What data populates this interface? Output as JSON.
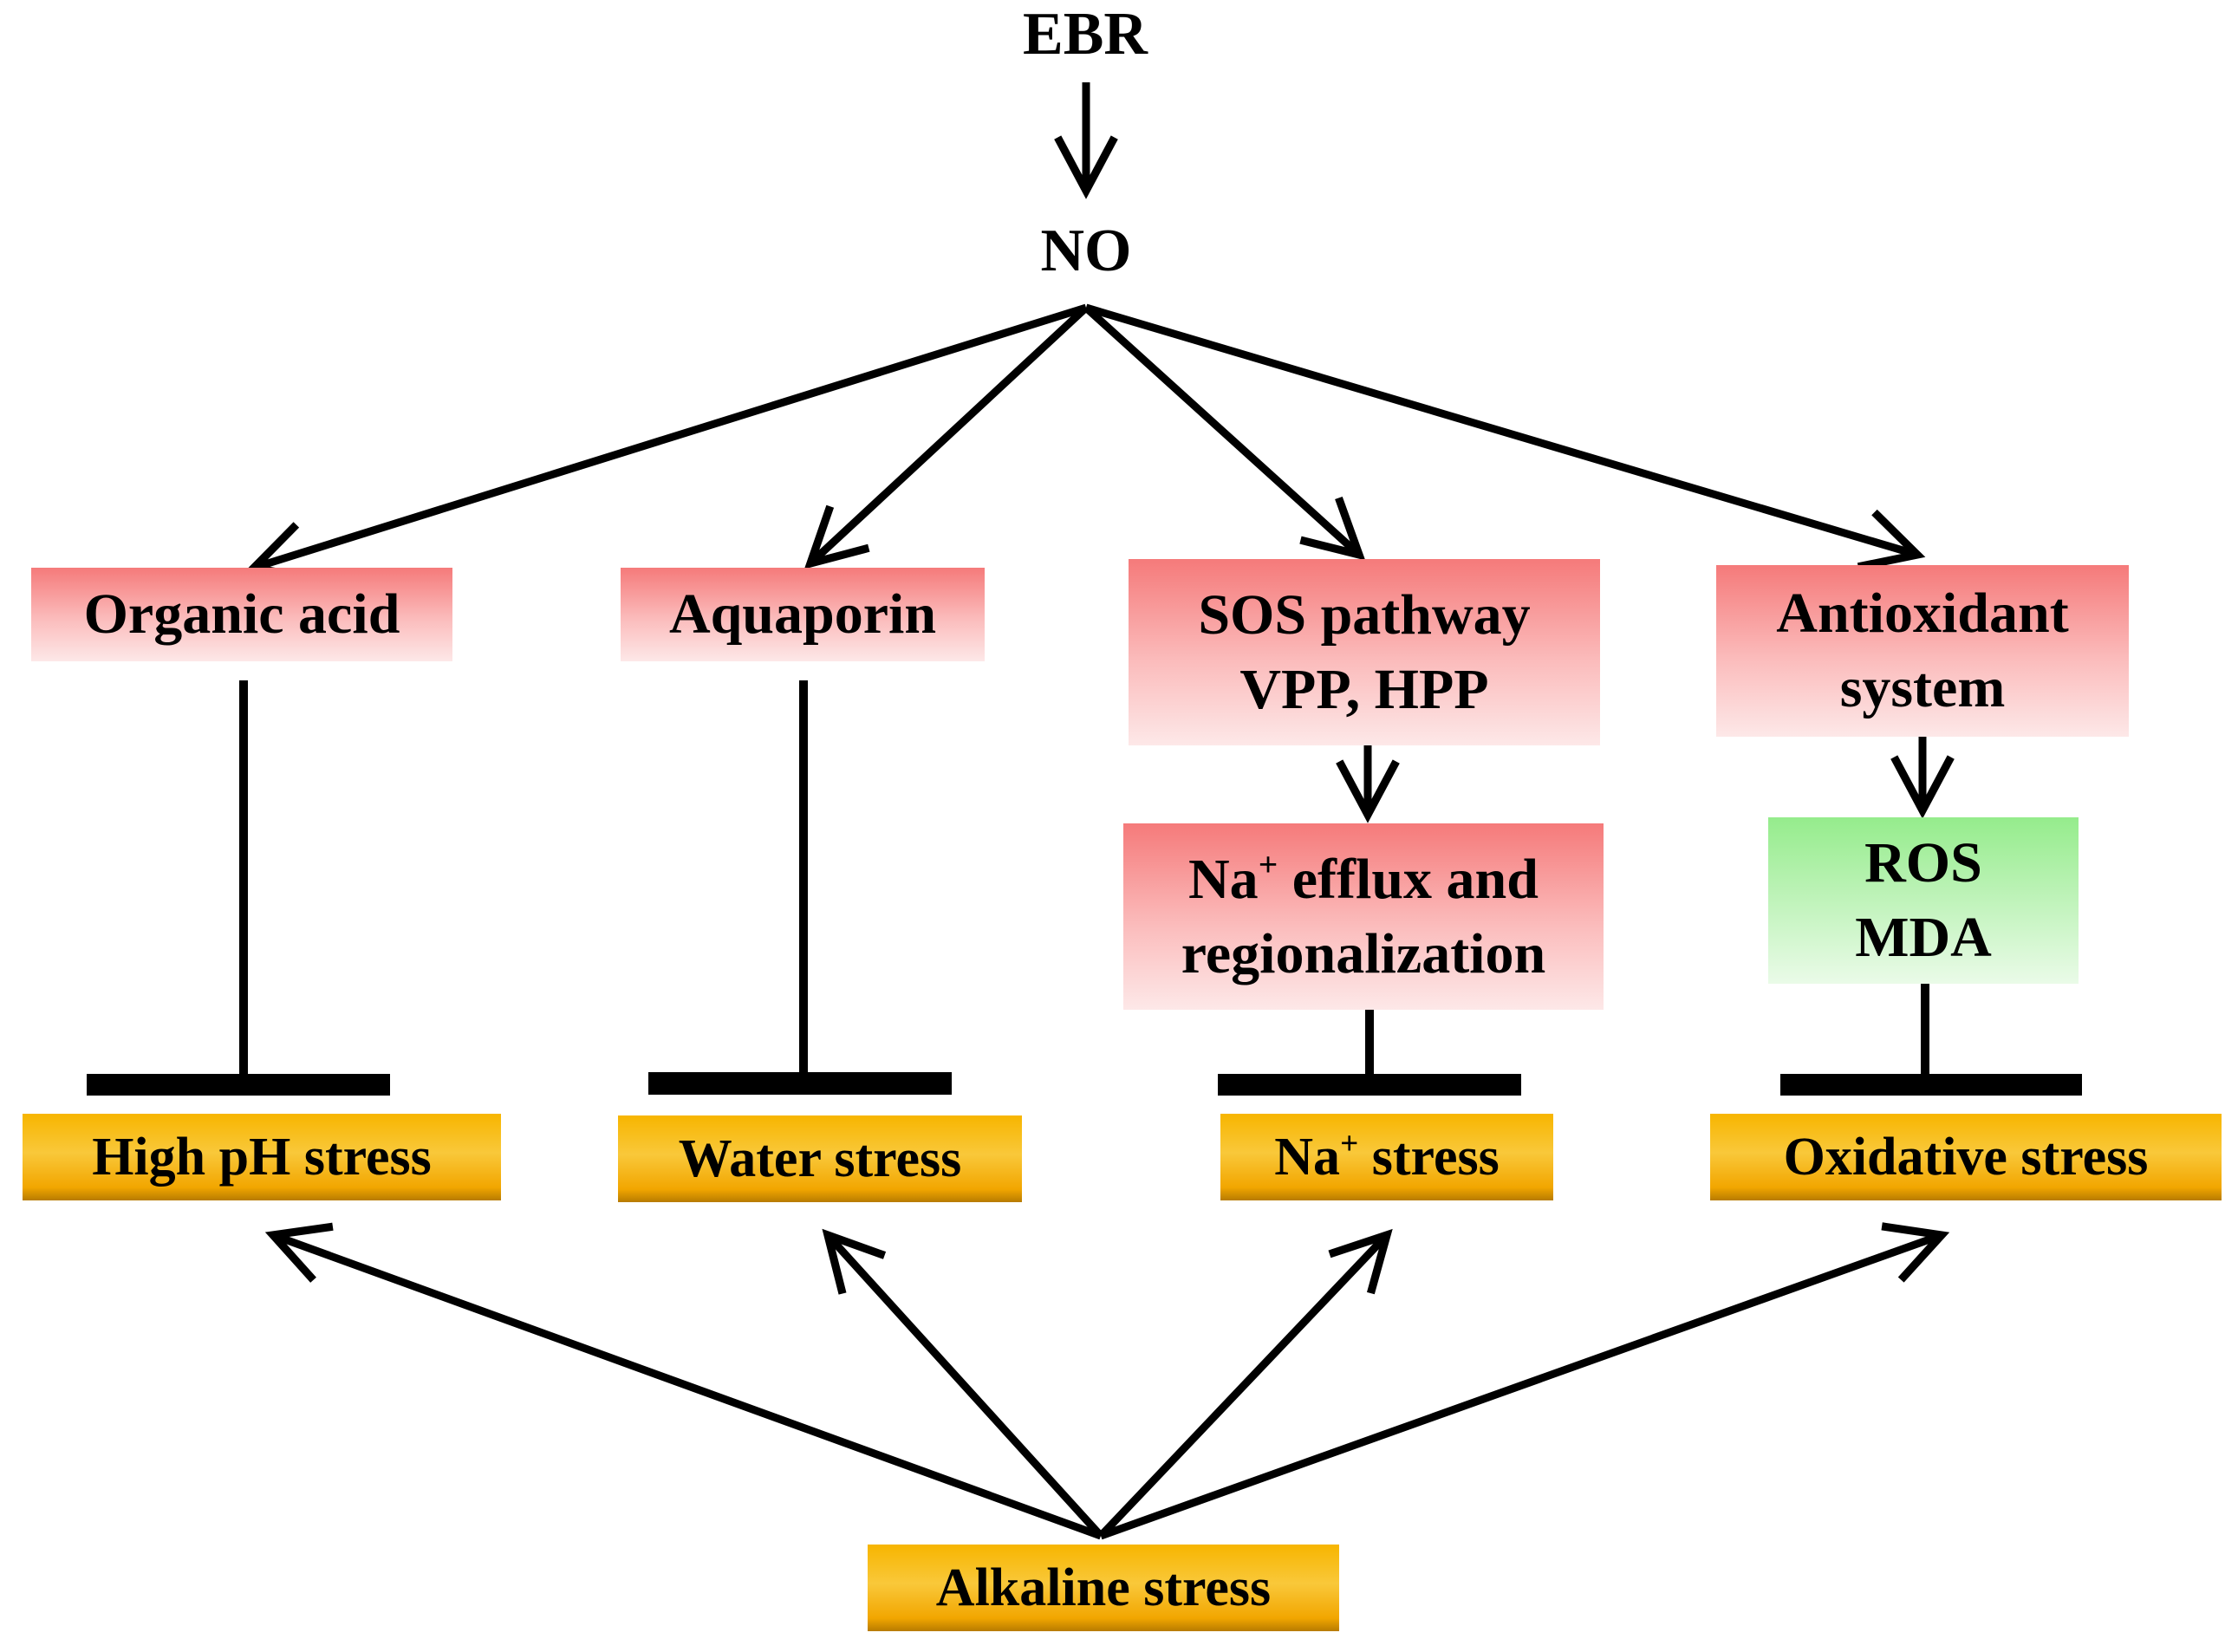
{
  "top": {
    "ebr": "EBR",
    "no": "NO"
  },
  "mediators": {
    "organic_acid": "Organic acid",
    "aquaporin": "Aquaporin",
    "sos_line1": "SOS pathway",
    "sos_line2": "VPP, HPP",
    "na_efflux_ion": "Na",
    "na_efflux_charge": "+",
    "na_efflux_rest": " efflux and",
    "na_efflux_line2": "regionalization",
    "antioxidant_line1": "Antioxidant",
    "antioxidant_line2": "system",
    "ros": "ROS",
    "mda": "MDA"
  },
  "stresses": {
    "high_ph": "High pH stress",
    "water": "Water stress",
    "na_ion": "Na",
    "na_charge": "+",
    "na_rest": " stress",
    "oxidative": "Oxidative stress",
    "alkaline": "Alkaline stress"
  },
  "colors": {
    "activation_box": "#f57a7a",
    "reduction_box": "#95ec8c",
    "stress_box": "#f7b500",
    "arrow": "#000000"
  }
}
